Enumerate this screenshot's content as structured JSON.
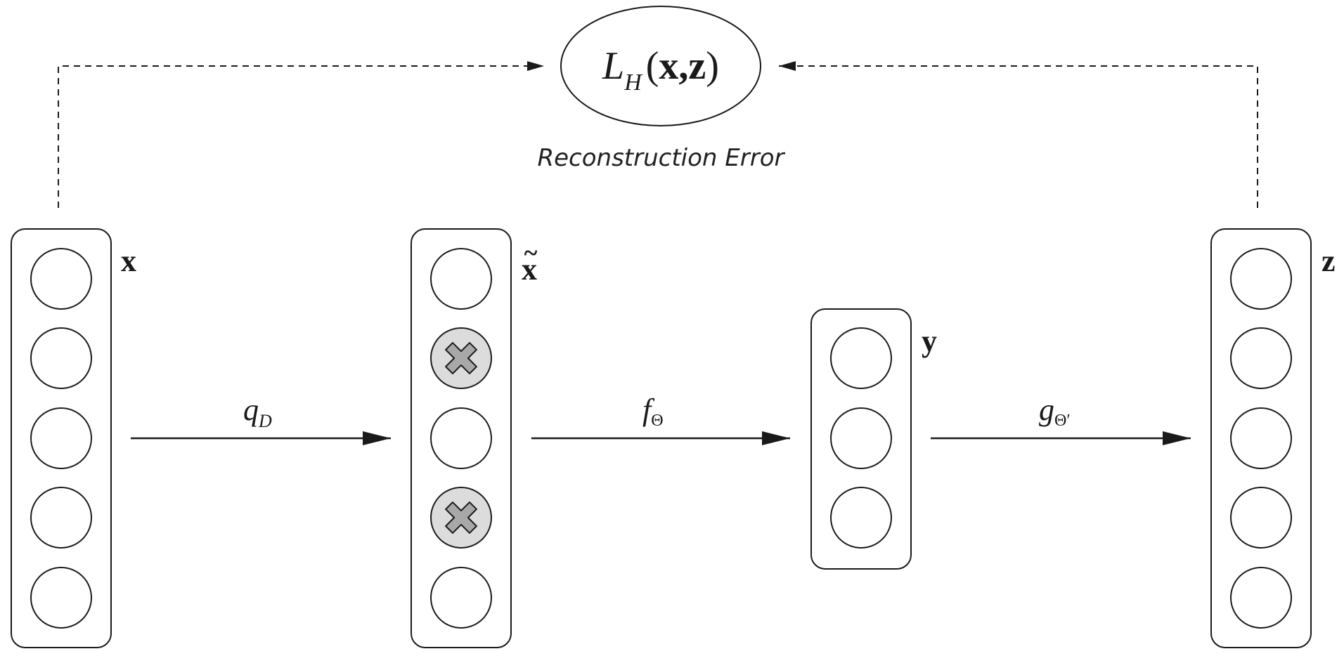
{
  "loss": {
    "symbol": "L",
    "subscript": "H",
    "open_paren": "(",
    "arg1": "x",
    "comma": ",",
    "arg2": "z",
    "close_paren": ")",
    "caption": "Reconstruction Error"
  },
  "layers": {
    "input": {
      "label": "x",
      "units": 5
    },
    "corrupted": {
      "label": "x",
      "label_accent": "~",
      "units": 5,
      "corrupted_units": [
        2,
        4
      ]
    },
    "hidden": {
      "label": "y",
      "units": 3
    },
    "output": {
      "label": "z",
      "units": 5
    }
  },
  "mappings": {
    "corruption": {
      "symbol": "q",
      "subscript": "D"
    },
    "encoder": {
      "symbol": "f",
      "subscript": "Θ"
    },
    "decoder": {
      "symbol": "g",
      "subscript": "Θ′"
    }
  },
  "colors": {
    "stroke": "#1a1a1a",
    "corrupted_fill": "#dcdcdc",
    "cross_fill": "#a8a8a8",
    "caption": "#222222"
  },
  "icons": {
    "corrupted_unit": "cross-icon"
  }
}
